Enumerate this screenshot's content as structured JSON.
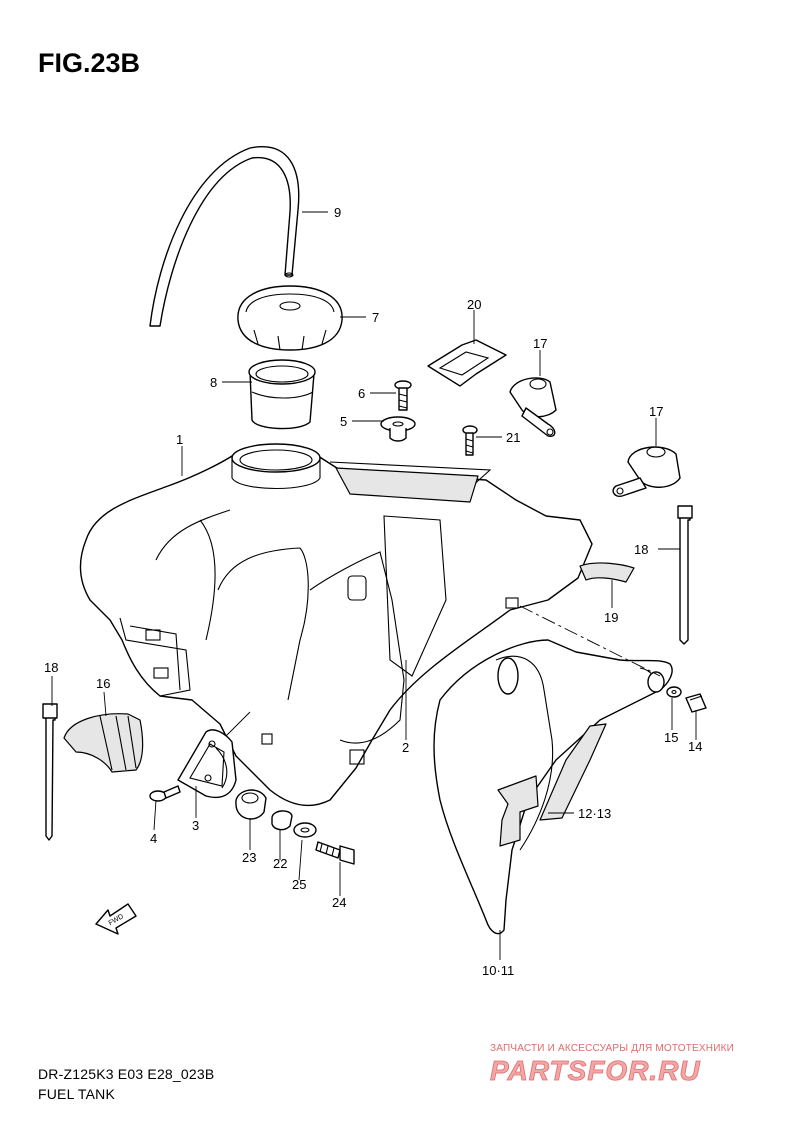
{
  "figure": {
    "title": "FIG.23B",
    "model_code": "DR-Z125K3 E03 E28_023B",
    "section_name": "FUEL TANK"
  },
  "callouts": {
    "c1": "1",
    "c2": "2",
    "c3": "3",
    "c4": "4",
    "c5": "5",
    "c6": "6",
    "c7": "7",
    "c8": "8",
    "c9": "9",
    "c10_11": "10·11",
    "c12_13": "12·13",
    "c14": "14",
    "c15": "15",
    "c16": "16",
    "c17a": "17",
    "c17b": "17",
    "c18a": "18",
    "c18b": "18",
    "c19": "19",
    "c20": "20",
    "c21": "21",
    "c22": "22",
    "c23": "23",
    "c24": "24",
    "c25": "25"
  },
  "fwd_label": "FWD",
  "watermark": {
    "tagline": "ЗАПЧАСТИ И АКСЕССУАРЫ ДЛЯ МОТОТЕХНИКИ",
    "logo_text": "PARTSFOR.RU"
  }
}
